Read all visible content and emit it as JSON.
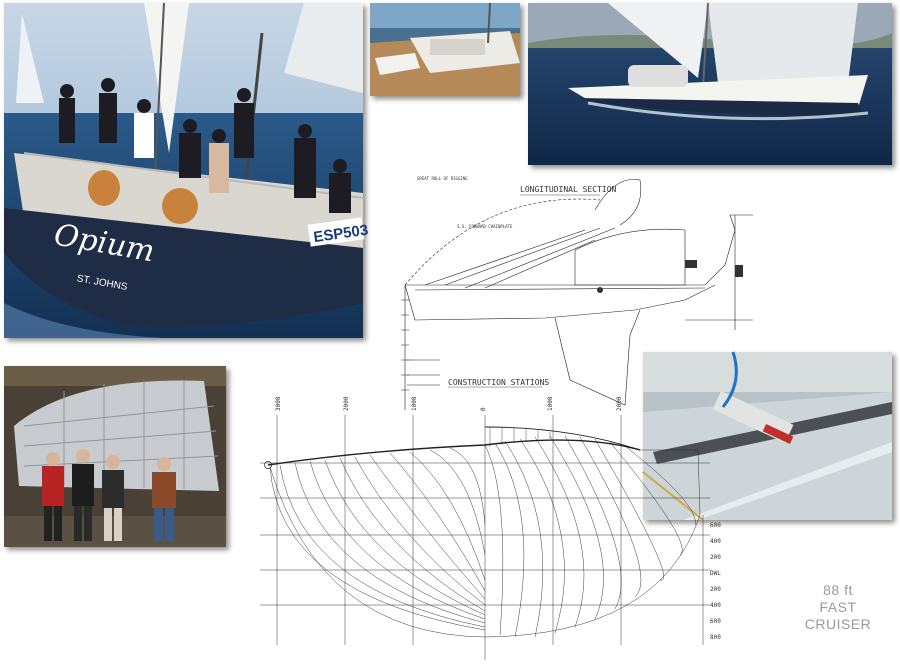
{
  "caption": {
    "line1": "88 ft",
    "line2": "FAST",
    "line3": "CRUISER"
  },
  "photo_main": {
    "bow_name": "Opium",
    "home_port": "ST. JOHNS",
    "sail_number": "ESP503"
  },
  "drawing_profile": {
    "title": "LONGITUDINAL SECTION",
    "note_1": "GREAT ROLL OF RIGGING",
    "note_2": "S.S. FORWARD CHAINPLATE"
  },
  "drawing_body": {
    "title": "CONSTRUCTION STATIONS",
    "top_ticks": [
      "3000",
      "2000",
      "1000",
      "0",
      "1000",
      "2000"
    ],
    "right_ticks": [
      "600",
      "400",
      "200",
      "DWL",
      "200",
      "400",
      "600",
      "800"
    ]
  },
  "colors": {
    "sea": "#1d3f6e",
    "hull": "#1f2c45",
    "caption": "#9a9a9a"
  }
}
